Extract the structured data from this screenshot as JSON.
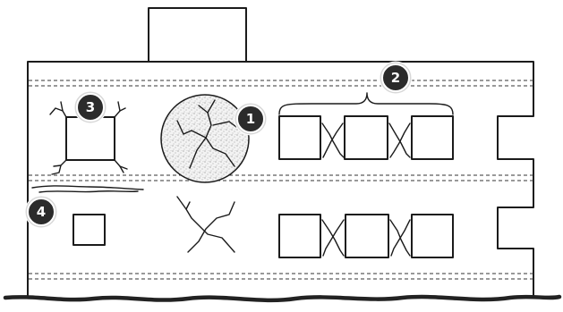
{
  "colors": {
    "badge_fill": "#2b2b2b",
    "badge_ring": "#c0262b",
    "ink": "#1b1b1b",
    "speckle": "#8a8a8a",
    "ground": "#222222"
  },
  "badges": [
    {
      "id": "badge-1",
      "label": "1"
    },
    {
      "id": "badge-2",
      "label": "2"
    },
    {
      "id": "badge-3",
      "label": "3"
    },
    {
      "id": "badge-4",
      "label": "4"
    }
  ],
  "icons": {
    "spalled_column": "cracked-circle-icon",
    "x_crack": "x-crack-icon",
    "window_crack": "cracked-opening-icon"
  }
}
